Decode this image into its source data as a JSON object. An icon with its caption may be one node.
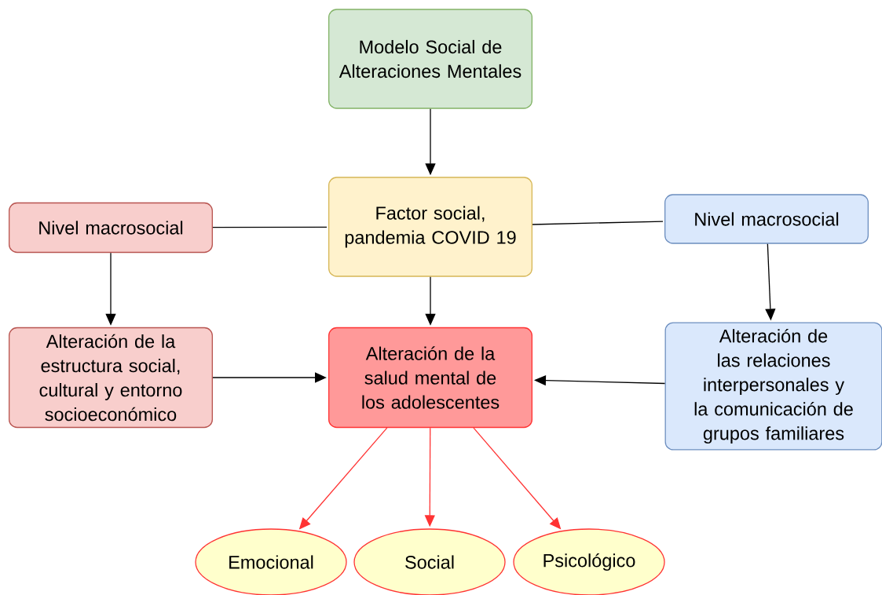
{
  "diagram": {
    "nodes": [
      {
        "text": [
          "Modelo Social de Alteraciones Mentales"
        ]
      },
      {
        "text": [
          "Factor social, pandemia COVID 19"
        ]
      },
      {
        "text": [
          "Nivel macrosocial"
        ]
      },
      {
        "text": [
          "Nivel macrosocial"
        ]
      },
      {
        "text": [
          "Alteración de la estructura social, cultural y entorno socioeconómico"
        ]
      },
      {
        "text": [
          "Alteración de la salud mental de los adolescentes"
        ]
      },
      {
        "text": [
          "Alteración de las relaciones interpersonales y la comunicación de grupos familiares"
        ]
      },
      {
        "text": [
          "Emocional"
        ]
      },
      {
        "text": [
          "Social"
        ]
      },
      {
        "text": [
          "Psicológico"
        ]
      }
    ],
    "edges": [
      {
        "from": 0,
        "to": 1,
        "arrow": "to"
      },
      {
        "from": 2,
        "to": 1,
        "arrow": "none"
      },
      {
        "from": 1,
        "to": 3,
        "arrow": "none"
      },
      {
        "from": 1,
        "to": 5,
        "arrow": "to"
      },
      {
        "from": 2,
        "to": 4,
        "arrow": "to"
      },
      {
        "from": 3,
        "to": 6,
        "arrow": "to"
      },
      {
        "from": 4,
        "to": 5,
        "arrow": "to"
      },
      {
        "from": 6,
        "to": 5,
        "arrow": "to"
      },
      {
        "from": 5,
        "to": 7,
        "arrow": "to",
        "color": "#ff3333"
      },
      {
        "from": 5,
        "to": 8,
        "arrow": "to",
        "color": "#ff3333"
      },
      {
        "from": 5,
        "to": 9,
        "arrow": "to",
        "color": "#ff3333"
      }
    ]
  }
}
